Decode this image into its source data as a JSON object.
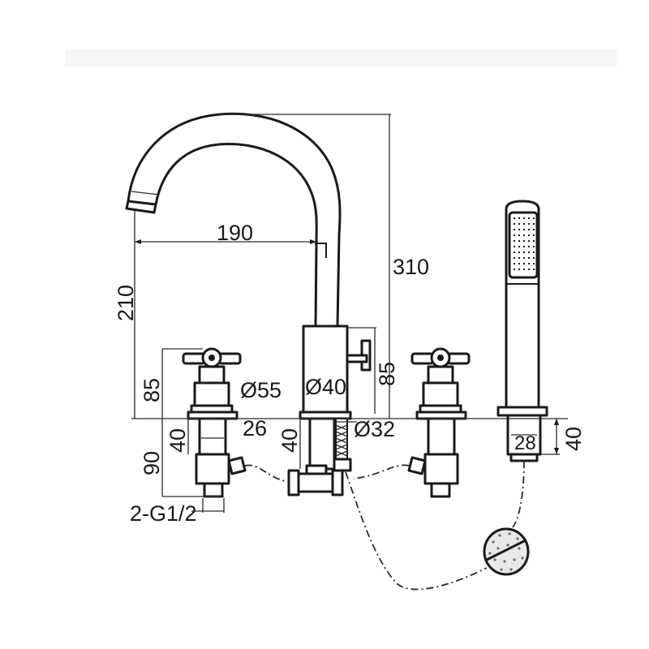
{
  "dimensions": {
    "spout_reach": "190",
    "total_height": "310",
    "spout_height": "210",
    "handle_height_left": "85",
    "handle_height_right": "85",
    "handle_diameter": "Ø55",
    "spout_body_diameter": "Ø40",
    "outlet_diameter": "Ø32",
    "valve_shank_length": "40",
    "valve_shank_offset": "26",
    "spout_shank_length": "40",
    "valve_total_below": "90",
    "connection_thread": "2-G1/2",
    "handshower_holder_width": "28",
    "handshower_holder_length": "40"
  }
}
